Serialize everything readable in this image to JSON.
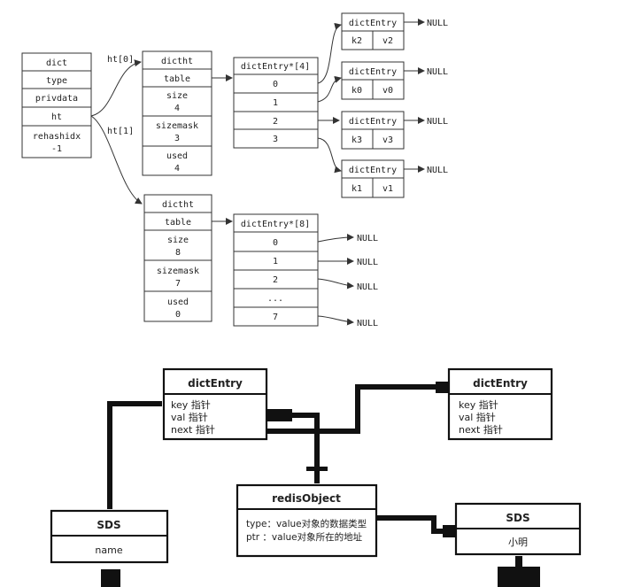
{
  "dict": {
    "rows": [
      "dict",
      "type",
      "privdata",
      "ht"
    ],
    "rehashidx_label": "rehashidx",
    "rehashidx_value": "-1"
  },
  "ht_labels": [
    "ht[0]",
    "ht[1]"
  ],
  "dictht0": {
    "title": "dictht",
    "table": "table",
    "size_label": "size",
    "size_value": "4",
    "sizemask_label": "sizemask",
    "sizemask_value": "3",
    "used_label": "used",
    "used_value": "4"
  },
  "dictht1": {
    "title": "dictht",
    "table": "table",
    "size_label": "size",
    "size_value": "8",
    "sizemask_label": "sizemask",
    "sizemask_value": "7",
    "used_label": "used",
    "used_value": "0"
  },
  "table0": {
    "title": "dictEntry*[4]",
    "rows": [
      "0",
      "1",
      "2",
      "3"
    ]
  },
  "table1": {
    "title": "dictEntry*[8]",
    "rows": [
      "0",
      "1",
      "2",
      "...",
      "7"
    ]
  },
  "entries": [
    {
      "title": "dictEntry",
      "key": "k2",
      "value": "v2"
    },
    {
      "title": "dictEntry",
      "key": "k0",
      "value": "v0"
    },
    {
      "title": "dictEntry",
      "key": "k3",
      "value": "v3"
    },
    {
      "title": "dictEntry",
      "key": "k1",
      "value": "v1"
    }
  ],
  "null_label": "NULL",
  "bottom": {
    "entry_left": {
      "title": "dictEntry",
      "lines": [
        "key 指针",
        "val 指针",
        "next 指针"
      ]
    },
    "entry_right": {
      "title": "dictEntry",
      "lines": [
        "key 指针",
        "val 指针",
        "next 指针"
      ]
    },
    "redis_object": {
      "title": "redisObject",
      "lines": [
        "type：value对象的数据类型",
        "ptr ：value对象所在的地址"
      ]
    },
    "sds_left": {
      "title": "SDS",
      "value": "name"
    },
    "sds_right": {
      "title": "SDS",
      "value": "小明"
    }
  }
}
